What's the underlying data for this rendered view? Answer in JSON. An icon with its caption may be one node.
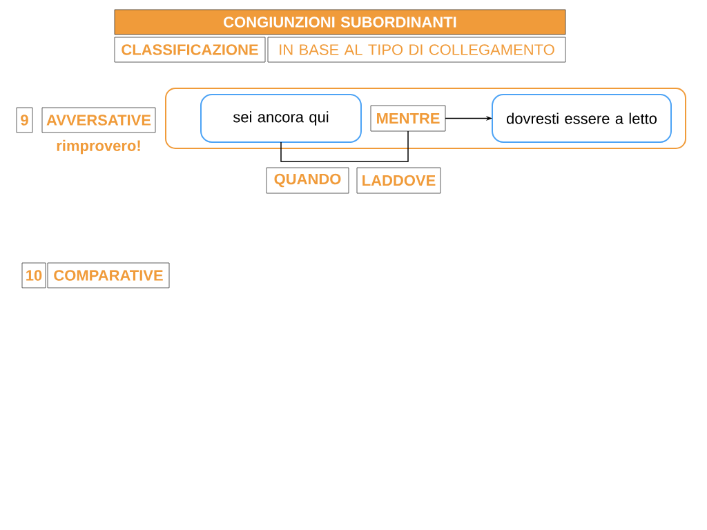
{
  "diagram": {
    "nodes": [
      {
        "text": [
          "CONGIUNZIONI SUBORDINANTI"
        ]
      },
      {
        "text": [
          "CLASSIFICAZIONE"
        ]
      },
      {
        "text": [
          "IN BASE AL TIPO DI COLLEGAMENTO"
        ]
      },
      {
        "text": [
          "9"
        ]
      },
      {
        "text": [
          "AVVERSATIVE"
        ],
        "beside": [
          "rimprovero!"
        ]
      },
      {
        "text": [],
        "shape": "box"
      },
      {
        "text": [
          "sei ancora qui"
        ],
        "in": 5
      },
      {
        "text": [
          "MENTRE"
        ],
        "in": 5
      },
      {
        "text": [
          "dovresti essere a letto"
        ],
        "in": 5
      },
      {
        "text": [
          "QUANDO"
        ]
      },
      {
        "text": [
          "LADDOVE"
        ]
      },
      {
        "text": [
          "10"
        ]
      },
      {
        "text": [
          "COMPARATIVE"
        ]
      }
    ],
    "edges": [
      {
        "from": 6,
        "to": 7,
        "arrow": "none"
      },
      {
        "from": 7,
        "to": 8,
        "arrow": "to"
      }
    ]
  }
}
